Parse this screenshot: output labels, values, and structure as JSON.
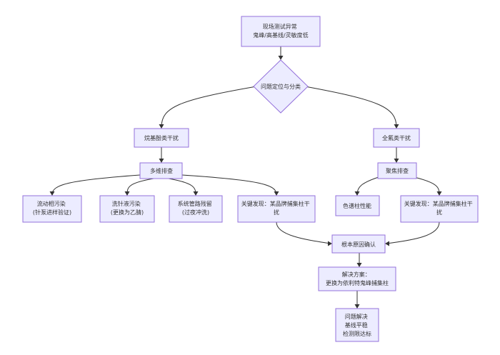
{
  "nodes": {
    "start": [
      "现场测试异常",
      "鬼峰/高基线/灵敏度低"
    ],
    "decision": [
      "问题定位与分类"
    ],
    "phthalate": [
      "烷基酚类干扰"
    ],
    "fluoro": [
      "全氟类干扰"
    ],
    "multi_check": [
      "多维排查"
    ],
    "focus_check": [
      "聚焦排查"
    ],
    "mobile_phase": [
      "流动相污染",
      "(针泵进样验证)"
    ],
    "needle_wash": [
      "洗针液污染",
      "(更换为乙腈)"
    ],
    "pipeline": [
      "系统管路残留",
      "(过夜冲洗)"
    ],
    "key_left": [
      "关键发现：某品牌捕集柱干",
      "扰"
    ],
    "column_perf": [
      "色谱柱性能"
    ],
    "key_right": [
      "关键发现：某品牌捕集柱干",
      "扰"
    ],
    "root_cause": [
      "根本原因确认"
    ],
    "solution": [
      "解决方案：",
      "更换为依利特鬼峰捕集柱"
    ],
    "resolved": [
      "问题解决",
      "基线平稳",
      "检测限达标"
    ]
  }
}
